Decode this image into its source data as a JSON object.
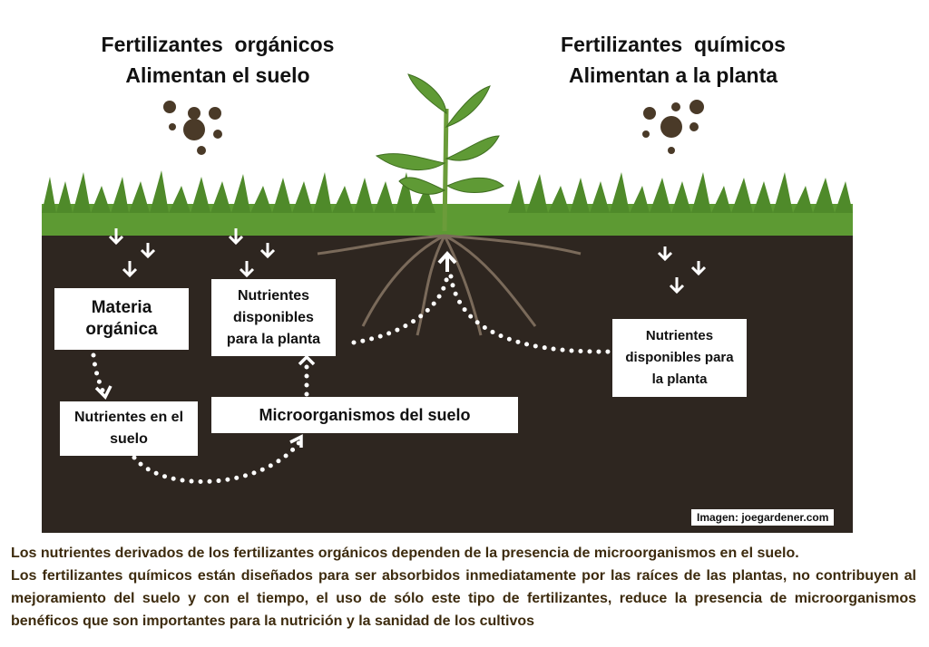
{
  "titles": {
    "organic_line1": "Fertilizantes  orgánicos",
    "organic_line2": "Alimentan el suelo",
    "chemical_line1": "Fertilizantes  químicos",
    "chemical_line2": "Alimentan a la planta"
  },
  "boxes": {
    "materia_organica": "Materia orgánica",
    "nutrientes_disponibles_left": "Nutrientes disponibles para la planta",
    "nutrientes_suelo": "Nutrientes en el suelo",
    "microorganismos": "Microorganismos del suelo",
    "nutrientes_disponibles_right": "Nutrientes disponibles para la planta"
  },
  "credit": "Imagen: joegardener.com",
  "caption": {
    "line1": "Los nutrientes derivados de los fertilizantes orgánicos dependen de la presencia de microorganismos en el suelo.",
    "paragraph2": "Los fertilizantes químicos están diseñados para ser absorbidos inmediatamente por las raíces de las plantas, no contribuyen al mejoramiento del suelo y con el tiempo, el uso de sólo este tipo de fertilizantes, reduce la presencia de microorganismos benéficos que son importantes para la nutrición y la sanidad de los cultivos"
  },
  "colors": {
    "soil": "#2e2620",
    "grass": "#4f8a2a",
    "caption": "#3d2b0e",
    "granule": "#4a3a28"
  }
}
